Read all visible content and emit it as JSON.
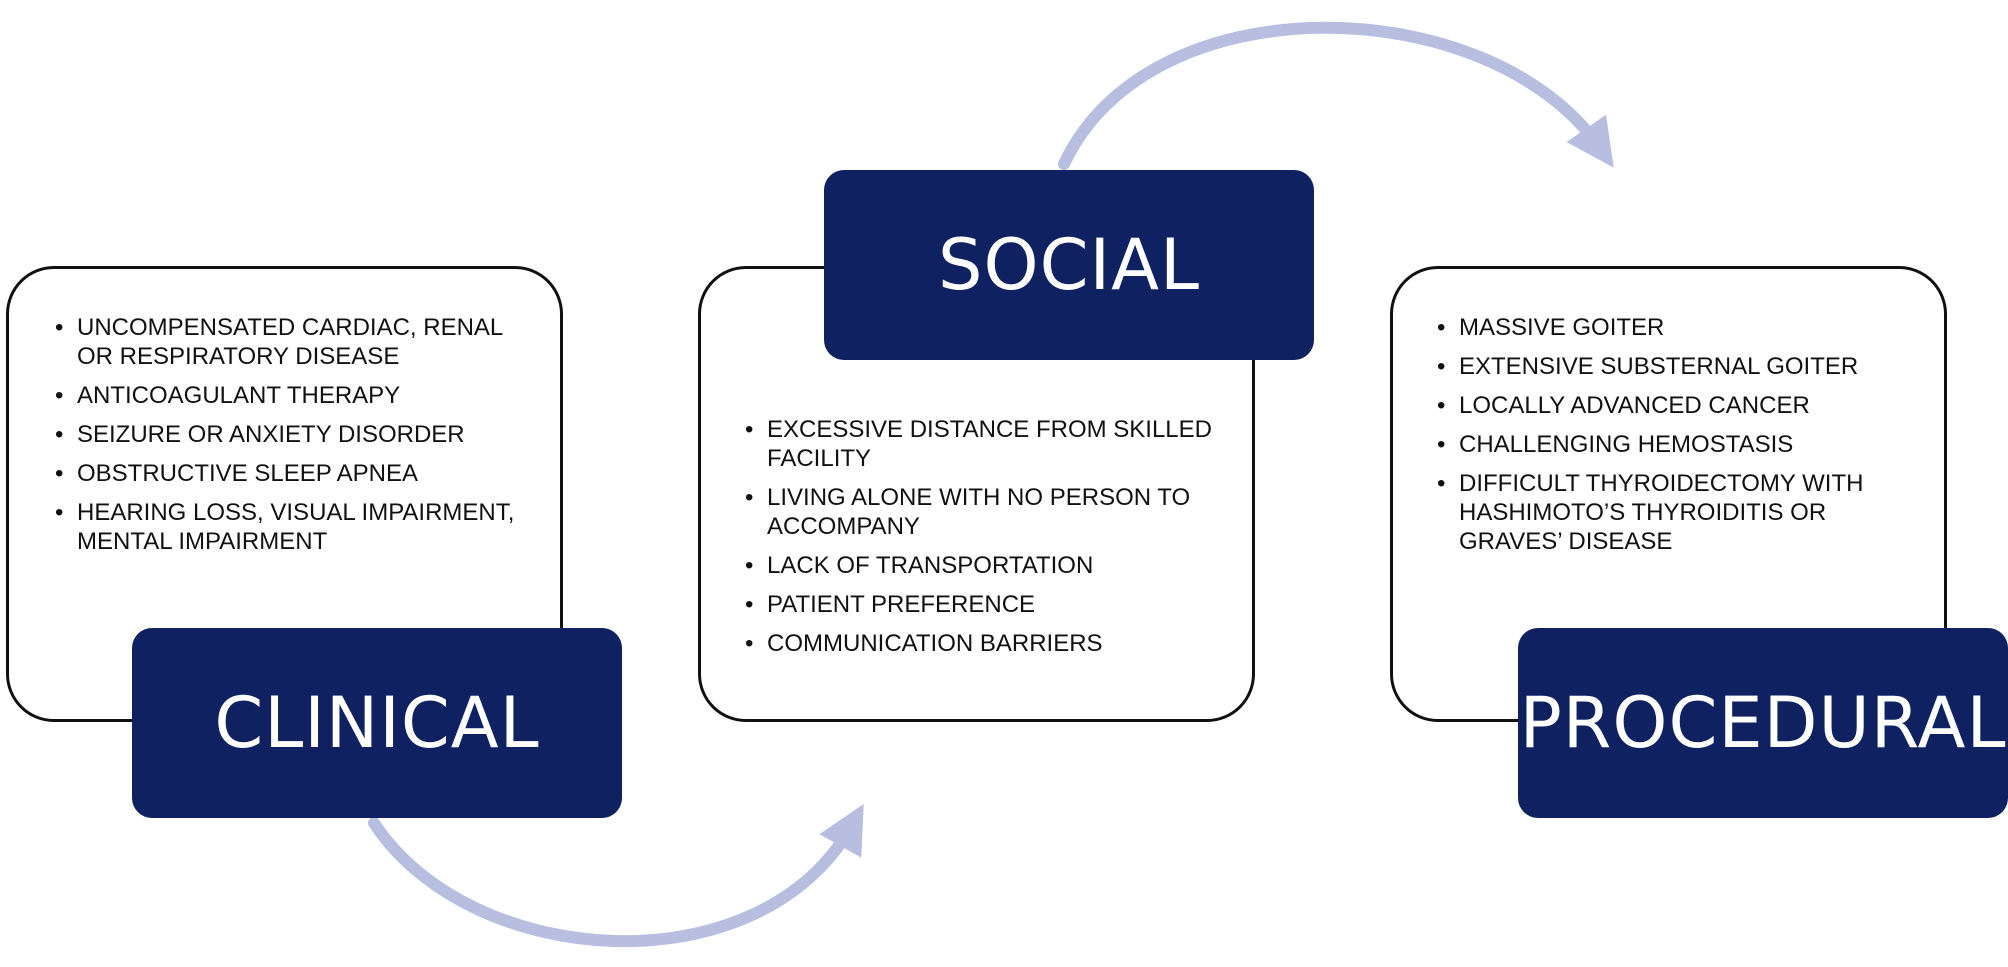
{
  "colors": {
    "label_fill": "#0f2160",
    "label_text": "#ffffff",
    "card_border": "#111111",
    "arrow": "#b7bedf"
  },
  "clinical": {
    "label": "CLINICAL",
    "items": [
      "UNCOMPENSATED CARDIAC, RENAL OR RESPIRATORY DISEASE",
      "ANTICOAGULANT THERAPY",
      "SEIZURE OR ANXIETY DISORDER",
      "OBSTRUCTIVE SLEEP APNEA",
      "HEARING LOSS, VISUAL IMPAIRMENT, MENTAL IMPAIRMENT"
    ]
  },
  "social": {
    "label": "SOCIAL",
    "items": [
      "EXCESSIVE DISTANCE FROM SKILLED FACILITY",
      "LIVING ALONE WITH NO PERSON TO ACCOMPANY",
      "LACK OF TRANSPORTATION",
      "PATIENT PREFERENCE",
      "COMMUNICATION BARRIERS"
    ]
  },
  "procedural": {
    "label": "PROCEDURAL",
    "items": [
      "MASSIVE GOITER",
      "EXTENSIVE SUBSTERNAL GOITER",
      "LOCALLY ADVANCED CANCER",
      "CHALLENGING HEMOSTASIS",
      "DIFFICULT THYROIDECTOMY WITH HASHIMOTO’S THYROIDITIS OR GRAVES’ DISEASE"
    ]
  }
}
